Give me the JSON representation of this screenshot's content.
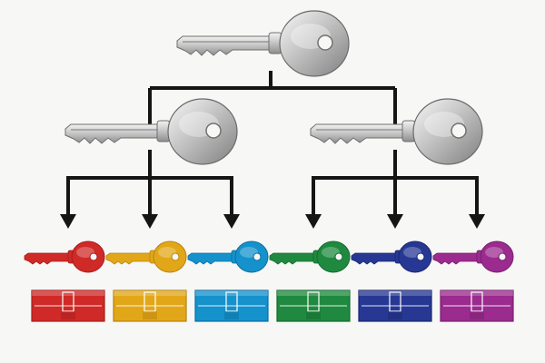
{
  "diagram": {
    "kind": "master-key-hierarchy",
    "connector_color": "#151515",
    "grand_master_key": {
      "icon": "silver-key-icon",
      "color": "#c9c9c9"
    },
    "master_keys": [
      {
        "icon": "silver-key-icon",
        "color": "#c9c9c9",
        "controls": [
          0,
          1,
          2
        ]
      },
      {
        "icon": "silver-key-icon",
        "color": "#c9c9c9",
        "controls": [
          3,
          4,
          5
        ]
      }
    ],
    "sub_keys": [
      {
        "icon": "key-icon",
        "lock_icon": "lock-cylinder-icon",
        "color": "#cf2a27",
        "shade": "#a81d1b"
      },
      {
        "icon": "key-icon",
        "lock_icon": "lock-cylinder-icon",
        "color": "#e2a719",
        "shade": "#b7840d"
      },
      {
        "icon": "key-icon",
        "lock_icon": "lock-cylinder-icon",
        "color": "#1592cc",
        "shade": "#0b6f9f"
      },
      {
        "icon": "key-icon",
        "lock_icon": "lock-cylinder-icon",
        "color": "#1f8a3f",
        "shade": "#146a2d"
      },
      {
        "icon": "key-icon",
        "lock_icon": "lock-cylinder-icon",
        "color": "#273894",
        "shade": "#1b2870"
      },
      {
        "icon": "key-icon",
        "lock_icon": "lock-cylinder-icon",
        "color": "#9b2b8e",
        "shade": "#78206d"
      }
    ]
  }
}
